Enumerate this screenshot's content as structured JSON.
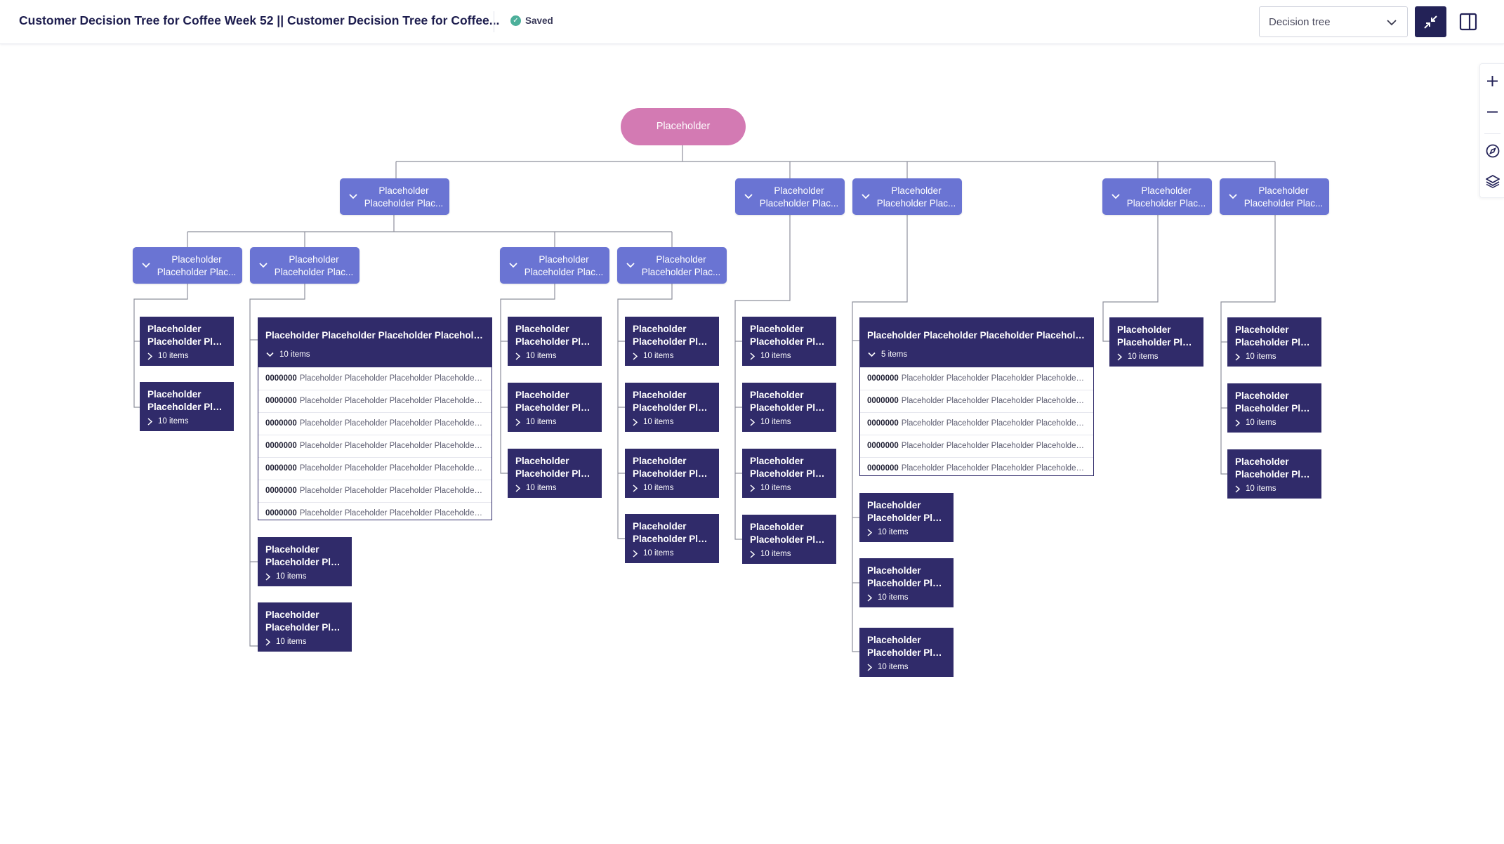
{
  "header": {
    "title": "Customer Decision Tree for Coffee Week 52 || Customer Decision Tree for Coffee...",
    "saved_label": "Saved",
    "view_select_value": "Decision tree"
  },
  "colors": {
    "root": "#d37ab3",
    "branch": "#6a74d3",
    "leaf": "#302b6a",
    "accent_dark": "#232257",
    "saved": "#4caf9a"
  },
  "toolbar": {
    "icons": [
      "zoom-in-icon",
      "zoom-out-icon",
      "compass-icon",
      "layers-icon"
    ]
  },
  "tree": {
    "root": {
      "label": "Placeholder"
    },
    "level1": [
      {
        "line1": "Placeholder",
        "line2": "Placeholder Plac..."
      },
      {
        "line1": "Placeholder",
        "line2": "Placeholder Plac..."
      },
      {
        "line1": "Placeholder",
        "line2": "Placeholder Plac..."
      },
      {
        "line1": "Placeholder",
        "line2": "Placeholder Plac..."
      },
      {
        "line1": "Placeholder",
        "line2": "Placeholder Plac..."
      }
    ],
    "level2": [
      {
        "line1": "Placeholder",
        "line2": "Placeholder Plac..."
      },
      {
        "line1": "Placeholder",
        "line2": "Placeholder Plac..."
      },
      {
        "line1": "Placeholder",
        "line2": "Placeholder Plac..."
      },
      {
        "line1": "Placeholder",
        "line2": "Placeholder Plac..."
      }
    ],
    "leaf": {
      "line1": "Placeholder",
      "line2": "Placeholder Plac...",
      "count": "10 items"
    },
    "list_a": {
      "title": "Placeholder Placeholder Placeholder Placeholder...",
      "count": "10 items",
      "rows": [
        {
          "code": "0000000",
          "text": "Placeholder Placeholder Placeholder Placeholder Pl..."
        },
        {
          "code": "0000000",
          "text": "Placeholder Placeholder Placeholder Placeholder Pl..."
        },
        {
          "code": "0000000",
          "text": "Placeholder Placeholder Placeholder Placeholder Pl..."
        },
        {
          "code": "0000000",
          "text": "Placeholder Placeholder Placeholder Placeholder Pl..."
        },
        {
          "code": "0000000",
          "text": "Placeholder Placeholder Placeholder Placeholder Pl..."
        },
        {
          "code": "0000000",
          "text": "Placeholder Placeholder Placeholder Placeholder Pl..."
        },
        {
          "code": "0000000",
          "text": "Placeholder Placeholder Placeholder Placeholder Pl..."
        }
      ]
    },
    "list_b": {
      "title": "Placeholder Placeholder Placeholder Placeholder...",
      "count": "5 items",
      "rows": [
        {
          "code": "0000000",
          "text": "Placeholder Placeholder Placeholder Placeholder Pl..."
        },
        {
          "code": "0000000",
          "text": "Placeholder Placeholder Placeholder Placeholder Pl..."
        },
        {
          "code": "0000000",
          "text": "Placeholder Placeholder Placeholder Placeholder Pl..."
        },
        {
          "code": "0000000",
          "text": "Placeholder Placeholder Placeholder Placeholder Pl..."
        },
        {
          "code": "0000000",
          "text": "Placeholder Placeholder Placeholder Placeholder Pl..."
        }
      ]
    }
  }
}
